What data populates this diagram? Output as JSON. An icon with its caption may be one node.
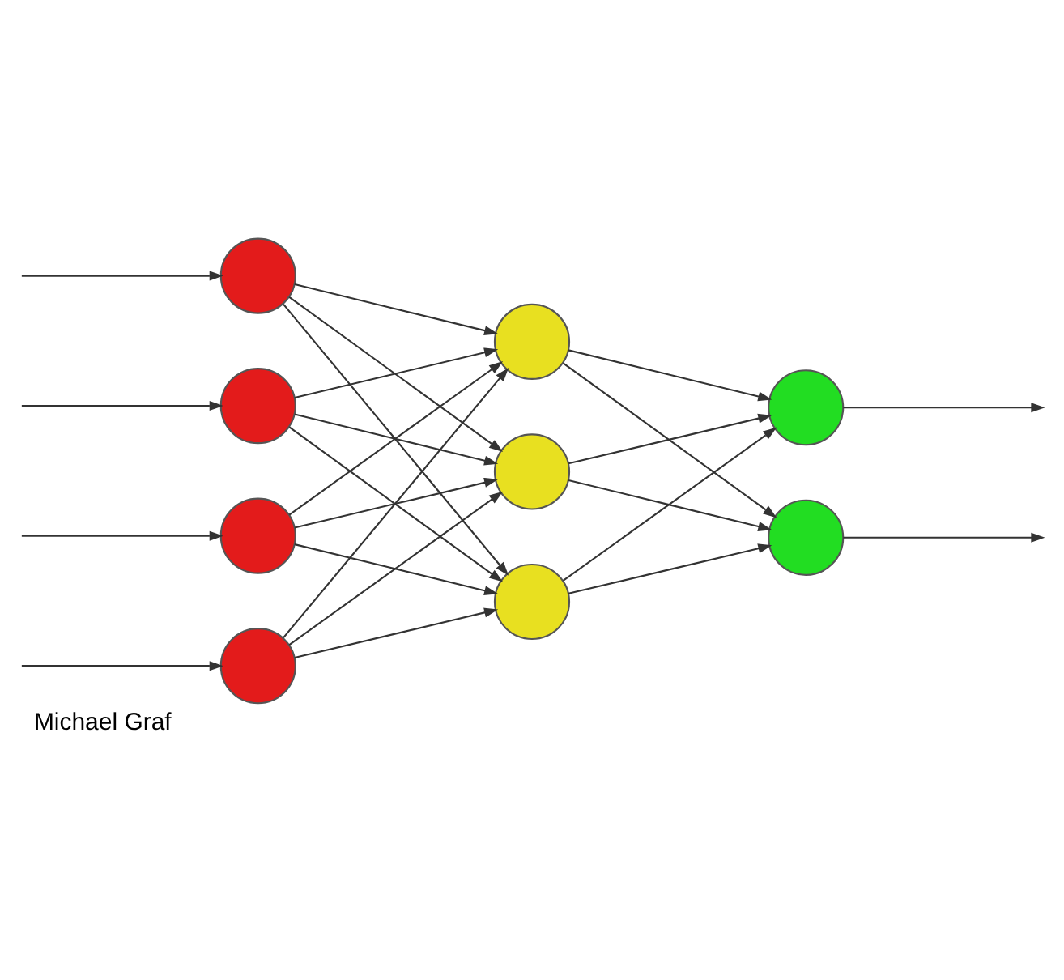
{
  "diagram": {
    "caption": "Michael Graf",
    "nodes": [
      {
        "text": [],
        "shape": "circle"
      },
      {
        "text": [],
        "shape": "circle"
      },
      {
        "text": [],
        "shape": "circle"
      },
      {
        "text": [],
        "shape": "circle"
      },
      {
        "text": [],
        "shape": "circle"
      },
      {
        "text": [],
        "shape": "circle"
      },
      {
        "text": [],
        "shape": "circle"
      },
      {
        "text": [],
        "shape": "circle"
      },
      {
        "text": [],
        "shape": "circle"
      }
    ],
    "edges": [
      {
        "from": null,
        "to": 0,
        "arrow": "to"
      },
      {
        "from": null,
        "to": 1,
        "arrow": "to"
      },
      {
        "from": null,
        "to": 2,
        "arrow": "to"
      },
      {
        "from": null,
        "to": 3,
        "arrow": "to"
      },
      {
        "from": 0,
        "to": 4,
        "arrow": "to"
      },
      {
        "from": 0,
        "to": 5,
        "arrow": "to"
      },
      {
        "from": 0,
        "to": 6,
        "arrow": "to"
      },
      {
        "from": 1,
        "to": 4,
        "arrow": "to"
      },
      {
        "from": 1,
        "to": 5,
        "arrow": "to"
      },
      {
        "from": 1,
        "to": 6,
        "arrow": "to"
      },
      {
        "from": 2,
        "to": 4,
        "arrow": "to"
      },
      {
        "from": 2,
        "to": 5,
        "arrow": "to"
      },
      {
        "from": 2,
        "to": 6,
        "arrow": "to"
      },
      {
        "from": 3,
        "to": 4,
        "arrow": "to"
      },
      {
        "from": 3,
        "to": 5,
        "arrow": "to"
      },
      {
        "from": 3,
        "to": 6,
        "arrow": "to"
      },
      {
        "from": 4,
        "to": 7,
        "arrow": "to"
      },
      {
        "from": 4,
        "to": 8,
        "arrow": "to"
      },
      {
        "from": 5,
        "to": 7,
        "arrow": "to"
      },
      {
        "from": 5,
        "to": 8,
        "arrow": "to"
      },
      {
        "from": 6,
        "to": 7,
        "arrow": "to"
      },
      {
        "from": 6,
        "to": 8,
        "arrow": "to"
      },
      {
        "from": 7,
        "to": null,
        "arrow": "to"
      },
      {
        "from": 8,
        "to": null,
        "arrow": "to"
      }
    ]
  }
}
